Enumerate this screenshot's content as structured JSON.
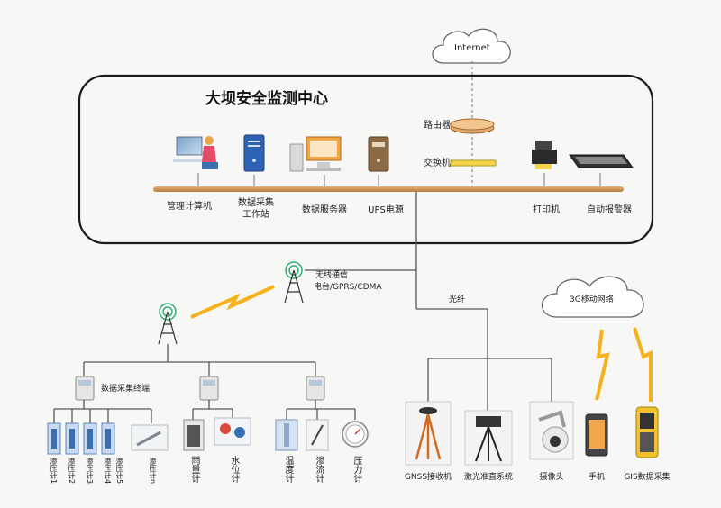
{
  "center": {
    "title": "大坝安全监测中心"
  },
  "internet": {
    "label": "Internet"
  },
  "network": {
    "router": "路由器",
    "switch": "交换机"
  },
  "center_devices": {
    "mgmt_pc": "管理计算机",
    "acq_station_1": "数据采集",
    "acq_station_2": "工作站",
    "data_server": "数据服务器",
    "ups": "UPS电源",
    "printer": "打印机",
    "alarm": "自动报警器"
  },
  "wireless": {
    "line1": "无线通信",
    "line2": "电台/GPRS/CDMA"
  },
  "fiber": {
    "label": "光纤"
  },
  "mobile_3g": {
    "label": "3G移动网络"
  },
  "terminal": {
    "label": "数据采集终端"
  },
  "sensors": {
    "left_group": [
      "渗压计1",
      "渗压计2",
      "渗压计3",
      "渗压计4",
      "渗压计5"
    ],
    "left_group_last": "渗压计n",
    "rain": "雨量计",
    "water_level": "水位计",
    "temperature": "温度计",
    "seepage": "渗流计",
    "pressure": "压力计"
  },
  "field_devices": {
    "gnss": "GNSS接收机",
    "laser": "激光准直系统",
    "camera": "摄像头",
    "phone": "手机",
    "gis": "GIS数据采集"
  },
  "colors": {
    "bus": "#d49a5a",
    "line": "#555555",
    "lightning": "#f5b21c",
    "tower": "#2fb07a",
    "frame": "#1a1a1a"
  }
}
